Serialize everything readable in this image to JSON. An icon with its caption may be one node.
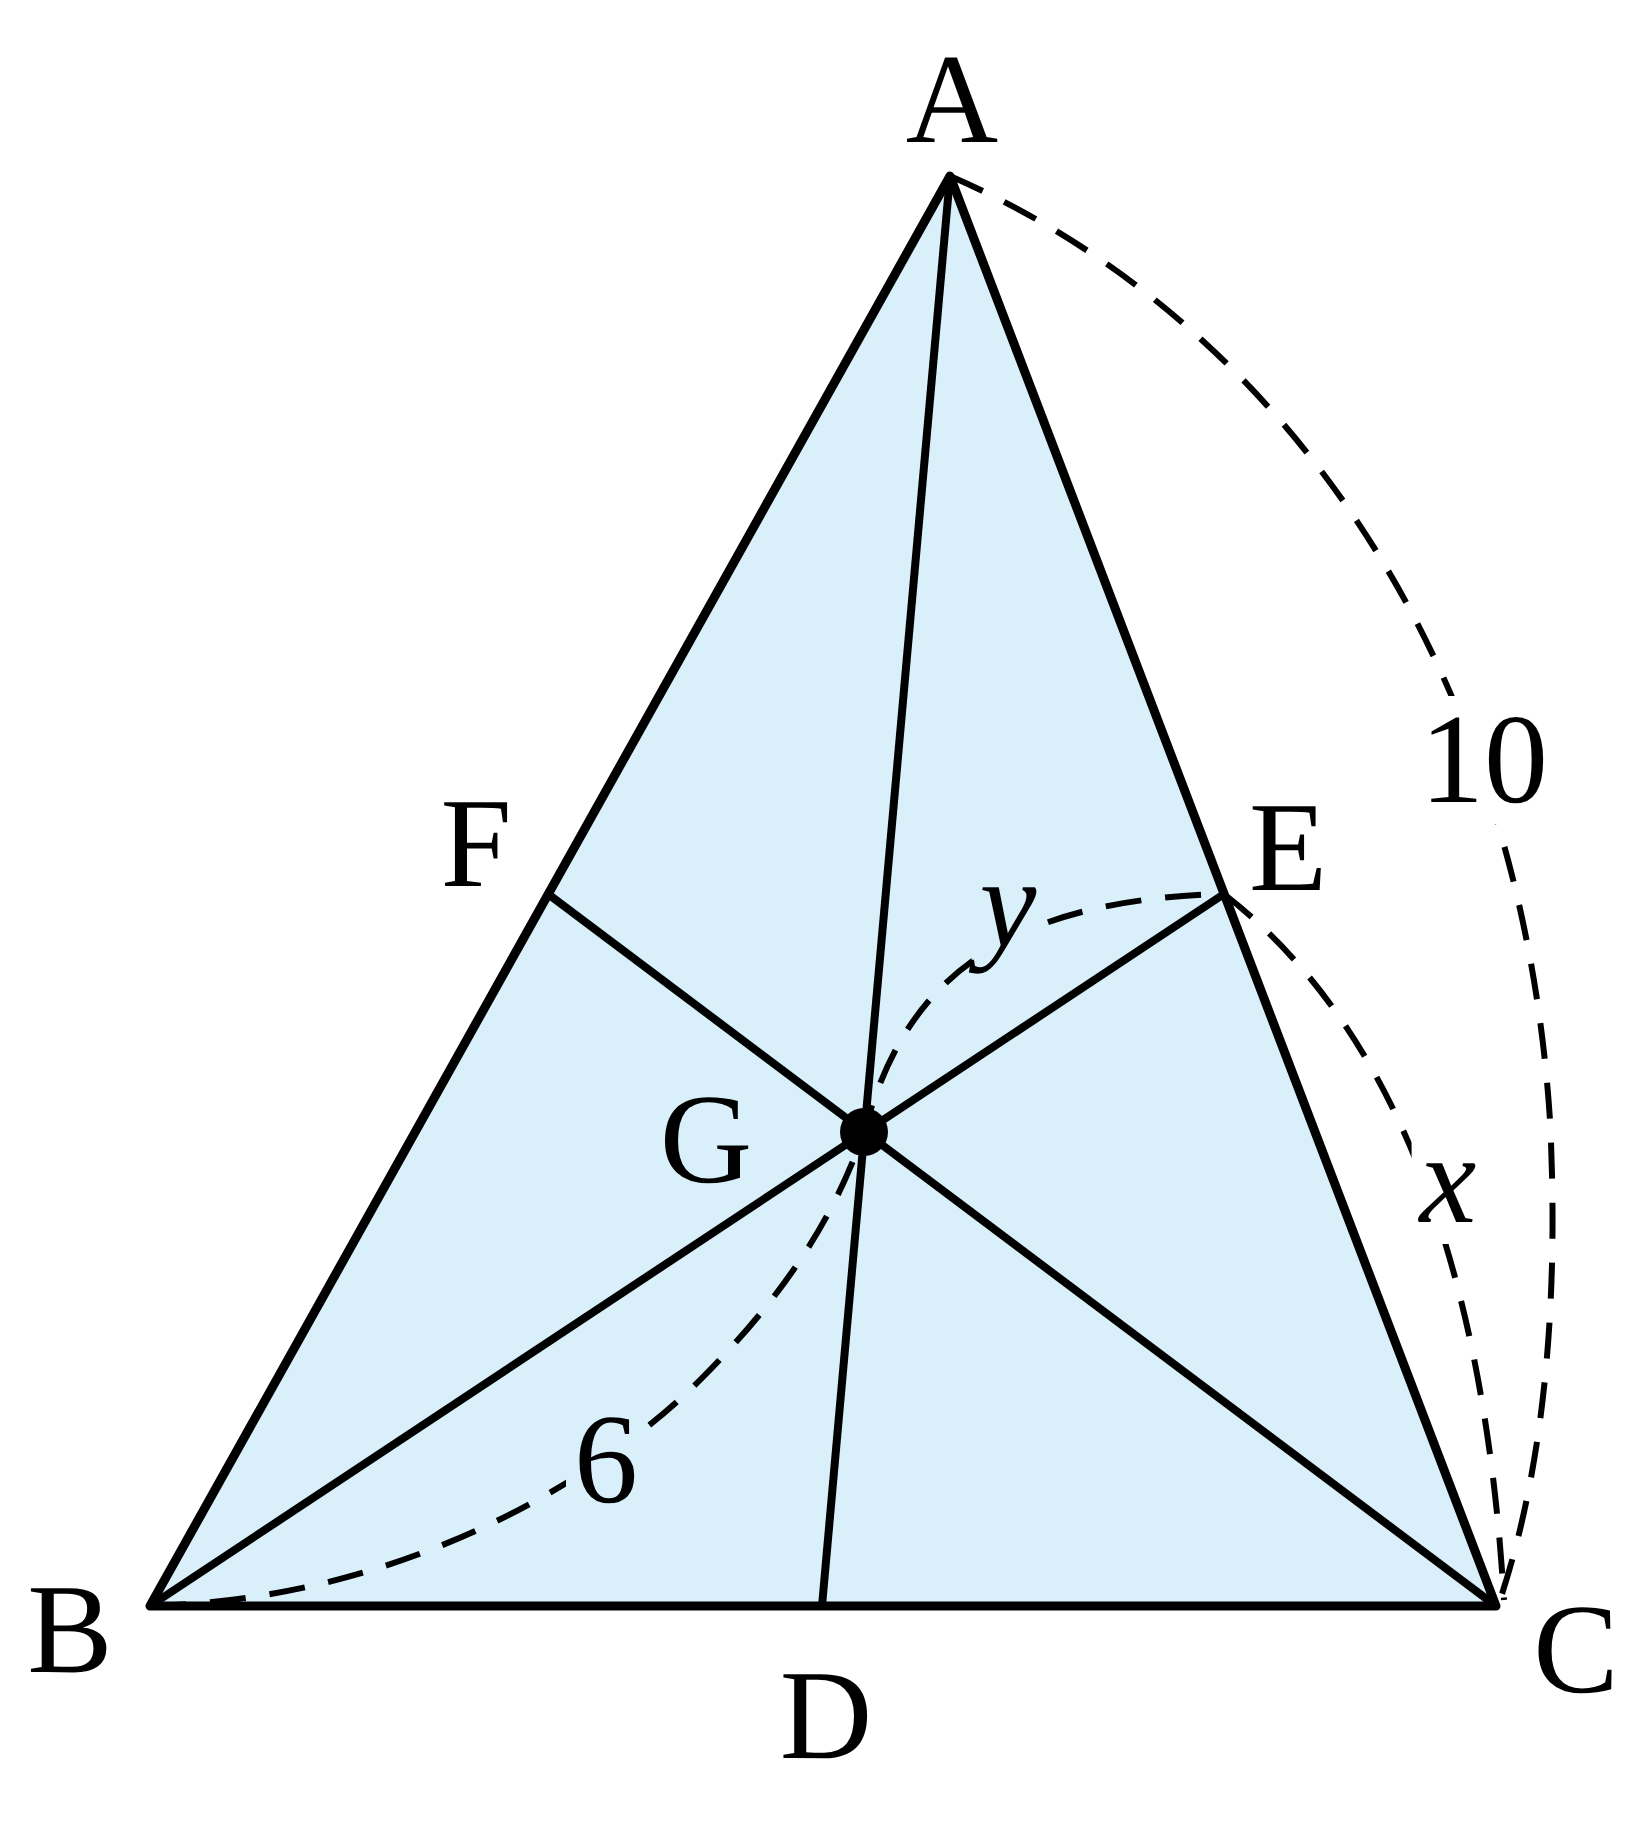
{
  "diagram": {
    "labels": [
      "A",
      "F",
      "E",
      "10",
      "y",
      "G",
      "x",
      "6",
      "B",
      "D",
      "C"
    ]
  }
}
